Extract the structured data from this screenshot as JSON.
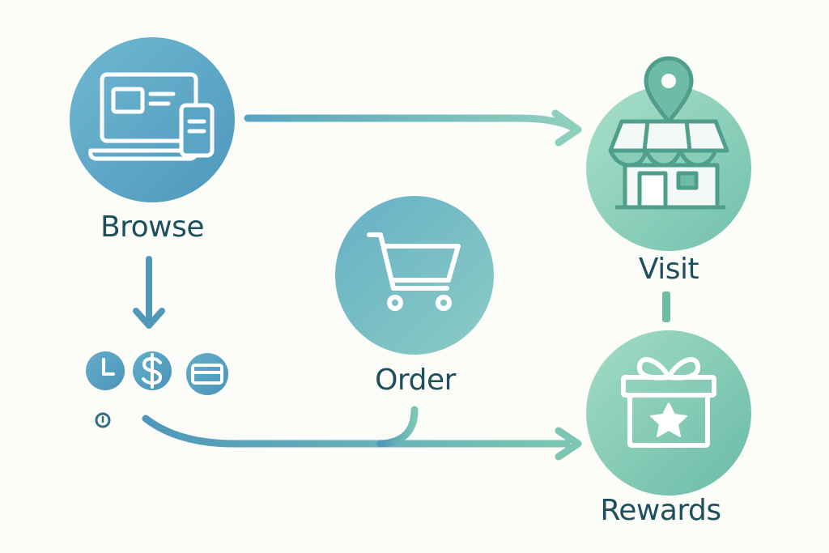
{
  "nodes": {
    "browse": {
      "label": "Browse",
      "icon": "devices-icon"
    },
    "visit": {
      "label": "Visit",
      "icon": "storefront-icon"
    },
    "order": {
      "label": "Order",
      "icon": "shopping-cart-icon"
    },
    "rewards": {
      "label": "Rewards",
      "icon": "gift-star-icon"
    }
  },
  "mini_icons": [
    "clock-icon",
    "dollar-icon",
    "card-icon",
    "timer-icon"
  ],
  "edges": [
    {
      "from": "Browse",
      "to": "Visit"
    },
    {
      "from": "Browse",
      "to": "payment-options"
    },
    {
      "from": "Visit",
      "to": "Rewards"
    },
    {
      "from": "Order",
      "to": "Rewards"
    }
  ],
  "colors": {
    "background": "#fcfcf9",
    "blue": "#5aa5c5",
    "teal": "#6fbfae",
    "mint": "#a4dcc4",
    "text": "#1d4f5c",
    "icon_stroke": "#ffffff",
    "store_stroke": "#4f9f8c"
  }
}
